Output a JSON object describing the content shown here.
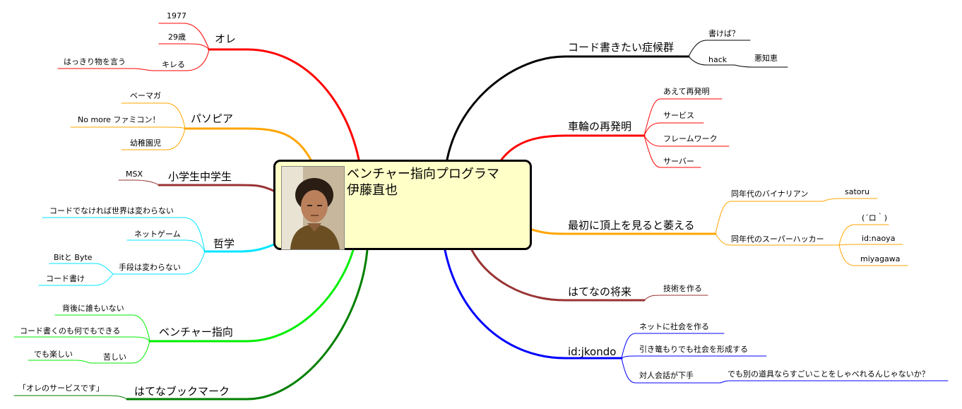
{
  "center": {
    "title_line1": "ベンチャー指向プログラマ",
    "title_line2": "伊藤直也"
  },
  "colors": {
    "ore": "#ff0000",
    "pasopia": "#ffa500",
    "school": "#993333",
    "philosophy": "#00e5ff",
    "venture": "#00ee00",
    "bookmark": "#008000",
    "code": "#000000",
    "wheel": "#ff0000",
    "top": "#ffa500",
    "future": "#993333",
    "jkondo": "#0000ff"
  },
  "left": {
    "ore": {
      "label": "オレ",
      "children": [
        "1977",
        "29歳",
        "キレる"
      ],
      "grandchild": "はっきり物を言う"
    },
    "pasopia": {
      "label": "パソピア",
      "children": [
        "ベーマガ",
        "No more ファミコン！",
        "幼稚園児"
      ]
    },
    "school": {
      "label": "小学生中学生",
      "children": [
        "MSX"
      ]
    },
    "philosophy": {
      "label": "哲学",
      "children": [
        "コードでなければ世界は変わらない",
        "ネットゲーム",
        "手段は変わらない"
      ],
      "grandchildren": [
        "Bitと Byte",
        "コード書け"
      ]
    },
    "venture": {
      "label": "ベンチャー指向",
      "children": [
        "背後に誰もいない",
        "コード書くのも何でもできる",
        "苦しい"
      ],
      "grandchild": "でも楽しい"
    },
    "bookmark": {
      "label": "はてなブックマーク",
      "children": [
        "「オレのサービスです」"
      ]
    }
  },
  "right": {
    "code": {
      "label": "コード書きたい症候群",
      "children": [
        "書けば？",
        "hack"
      ],
      "grandchild": "悪知恵"
    },
    "wheel": {
      "label": "車輪の再発明",
      "children": [
        "あえて再発明",
        "サービス",
        "フレームワーク",
        "サーバー"
      ]
    },
    "top": {
      "label": "最初に頂上を見ると萎える",
      "children": [
        "同年代のバイナリアン",
        "同年代のスーパーハッカー"
      ],
      "grandchildren": [
        "satoru",
        "(´ロ｀)",
        "id:naoya",
        "miyagawa"
      ]
    },
    "future": {
      "label": "はてなの将来",
      "children": [
        "技術を作る"
      ]
    },
    "jkondo": {
      "label": "id:jkondo",
      "children": [
        "ネットに社会を作る",
        "引き篭もりでも社会を形成する",
        "対人会話が下手"
      ],
      "grandchild": "でも別の道具ならすごいことをしゃべれるんじゃないか？"
    }
  }
}
